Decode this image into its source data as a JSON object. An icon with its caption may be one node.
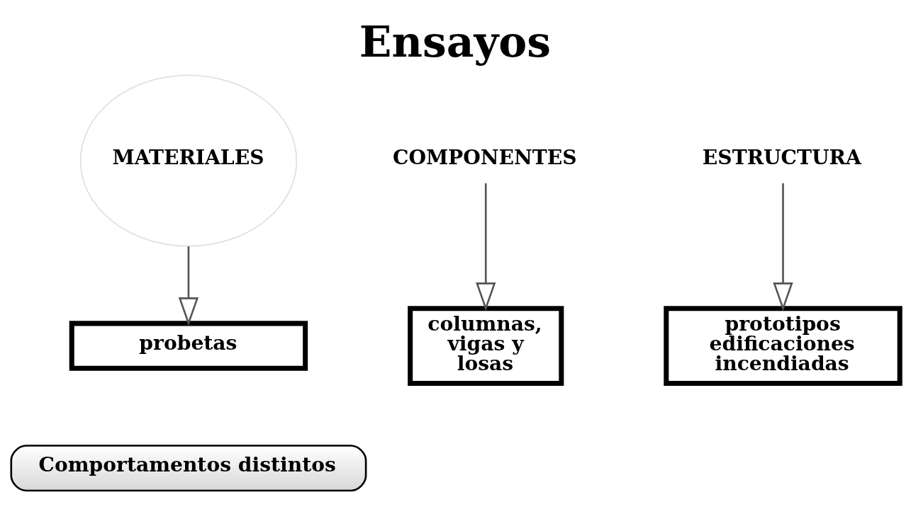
{
  "diagram": {
    "title": "Ensayos",
    "nodes": [
      {
        "text": [
          "MATERIALES"
        ]
      },
      {
        "text": [
          "COMPONENTES"
        ]
      },
      {
        "text": [
          "ESTRUCTURA"
        ]
      },
      {
        "text": [
          "probetas"
        ]
      },
      {
        "text": [
          "columnas, vigas y losas"
        ]
      },
      {
        "text": [
          "prototipos edificaciones incendiadas"
        ]
      },
      {
        "text": [
          "Comportamentos distintos"
        ]
      }
    ],
    "edges": [
      {
        "from": 0,
        "to": 3,
        "arrow": "to"
      },
      {
        "from": 1,
        "to": 4,
        "arrow": "to"
      },
      {
        "from": 2,
        "to": 5,
        "arrow": "to"
      }
    ]
  }
}
